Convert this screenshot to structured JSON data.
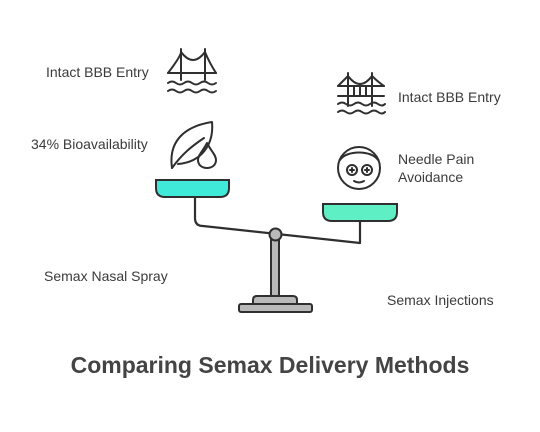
{
  "title": "Comparing Semax Delivery Methods",
  "left": {
    "name": "Semax Nasal Spray",
    "features": [
      "Intact BBB Entry",
      "34% Bioavailability"
    ],
    "pan_color": "#40ead8"
  },
  "right": {
    "name": "Semax Injections",
    "features": [
      "Intact BBB Entry",
      "Needle Pain",
      "Avoidance"
    ],
    "pan_color": "#5ef0c4"
  },
  "icons": {
    "left_feature_1": "bridge-icon",
    "left_feature_2": "leaf-droplet-icon",
    "right_feature_1": "bridge-icon",
    "right_feature_2": "face-mask-icon"
  },
  "colors": {
    "stroke": "#2f2f2f",
    "scale_gray": "#b9b9b9",
    "text": "#3b3b3b"
  }
}
